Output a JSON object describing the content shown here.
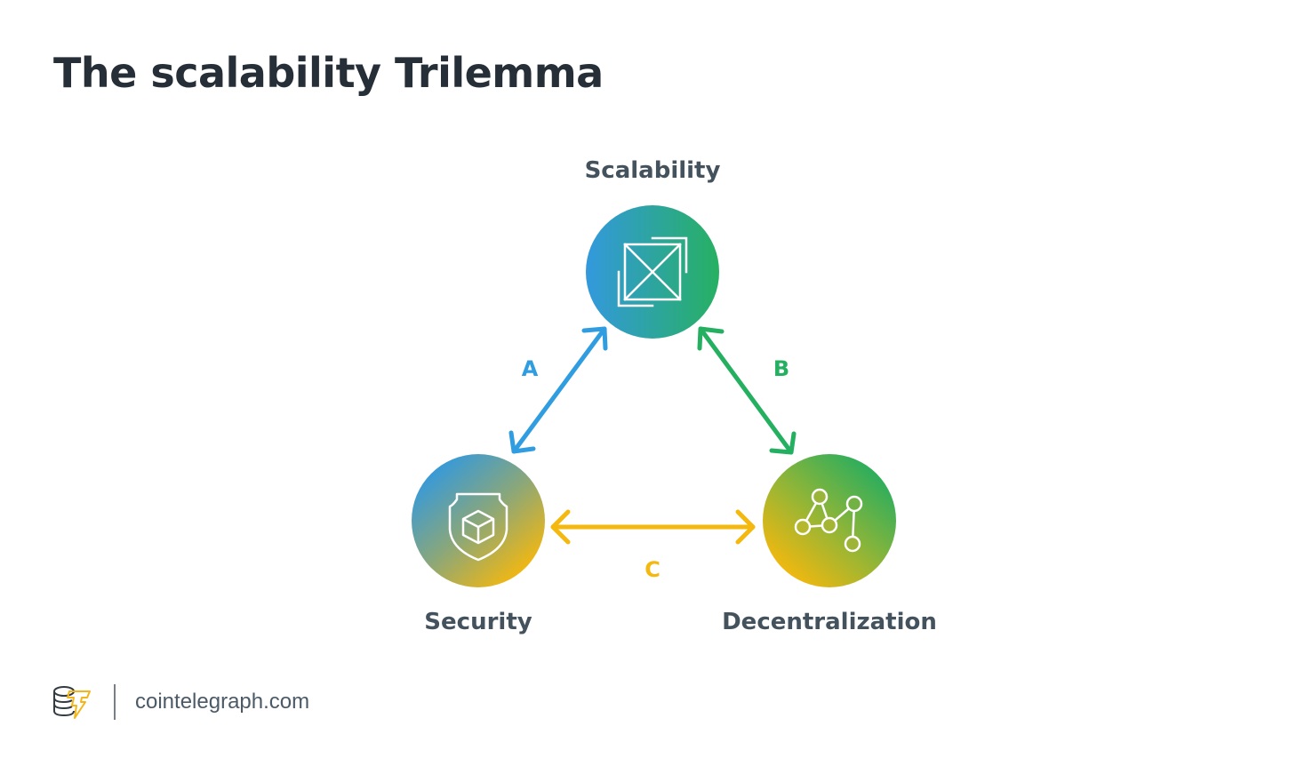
{
  "title": "The scalability Trilemma",
  "nodes": {
    "scalability": {
      "label": "Scalability",
      "icon": "expand-square-icon",
      "gradient": [
        "#3399dd",
        "#27b062"
      ]
    },
    "security": {
      "label": "Security",
      "icon": "shield-cube-icon",
      "gradient": [
        "#3399dd",
        "#f5b80e"
      ]
    },
    "decentralization": {
      "label": "Decentralization",
      "icon": "network-nodes-icon",
      "gradient": [
        "#27ad5f",
        "#f5b80e"
      ]
    }
  },
  "edges": {
    "a": {
      "label": "A",
      "from": "Security",
      "to": "Scalability",
      "color": "#2f9de0"
    },
    "b": {
      "label": "B",
      "from": "Scalability",
      "to": "Decentralization",
      "color": "#24b060"
    },
    "c": {
      "label": "C",
      "from": "Security",
      "to": "Decentralization",
      "color": "#f5b80e"
    }
  },
  "footer": {
    "logo": "cointelegraph-logo-icon",
    "site": "cointelegraph.com"
  }
}
